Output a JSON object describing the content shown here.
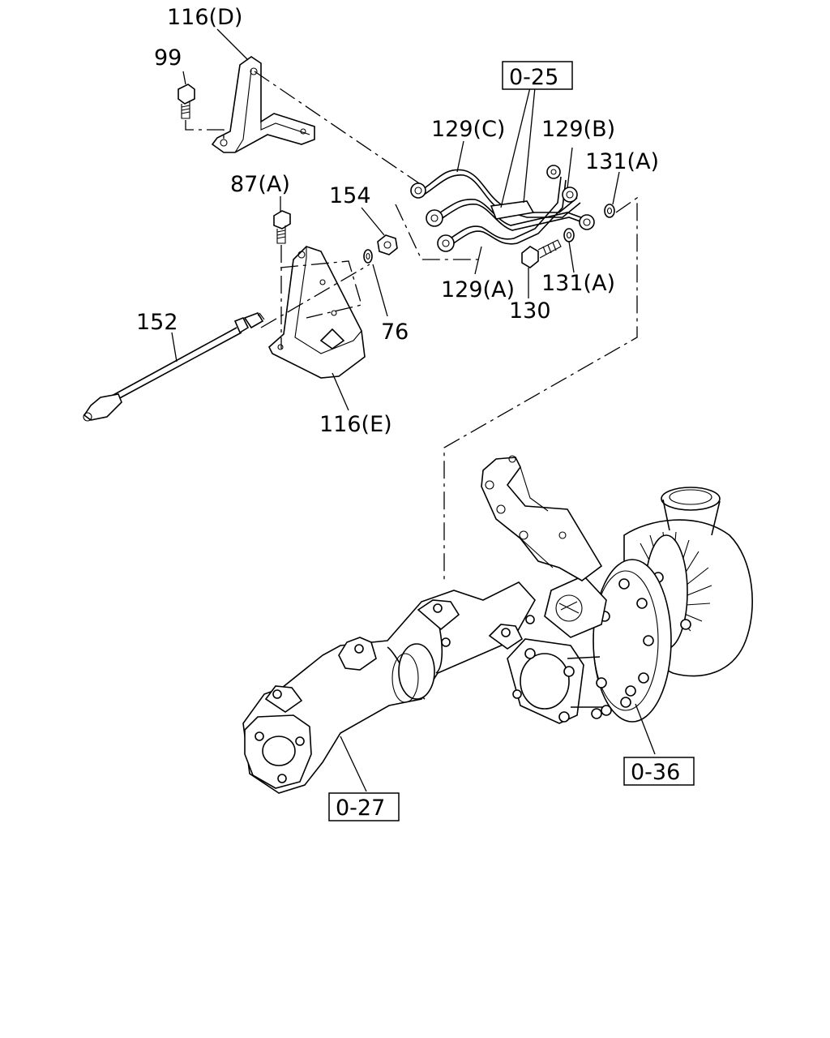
{
  "labels": {
    "l116d": "116(D)",
    "l99": "99",
    "l025": "0-25",
    "l129c": "129(C)",
    "l129b": "129(B)",
    "l131a_top": "131(A)",
    "l87a": "87(A)",
    "l154": "154",
    "l152": "152",
    "l76": "76",
    "l129a": "129(A)",
    "l131a_bot": "131(A)",
    "l130": "130",
    "l116e": "116(E)",
    "l036": "0-36",
    "l027": "0-27"
  }
}
